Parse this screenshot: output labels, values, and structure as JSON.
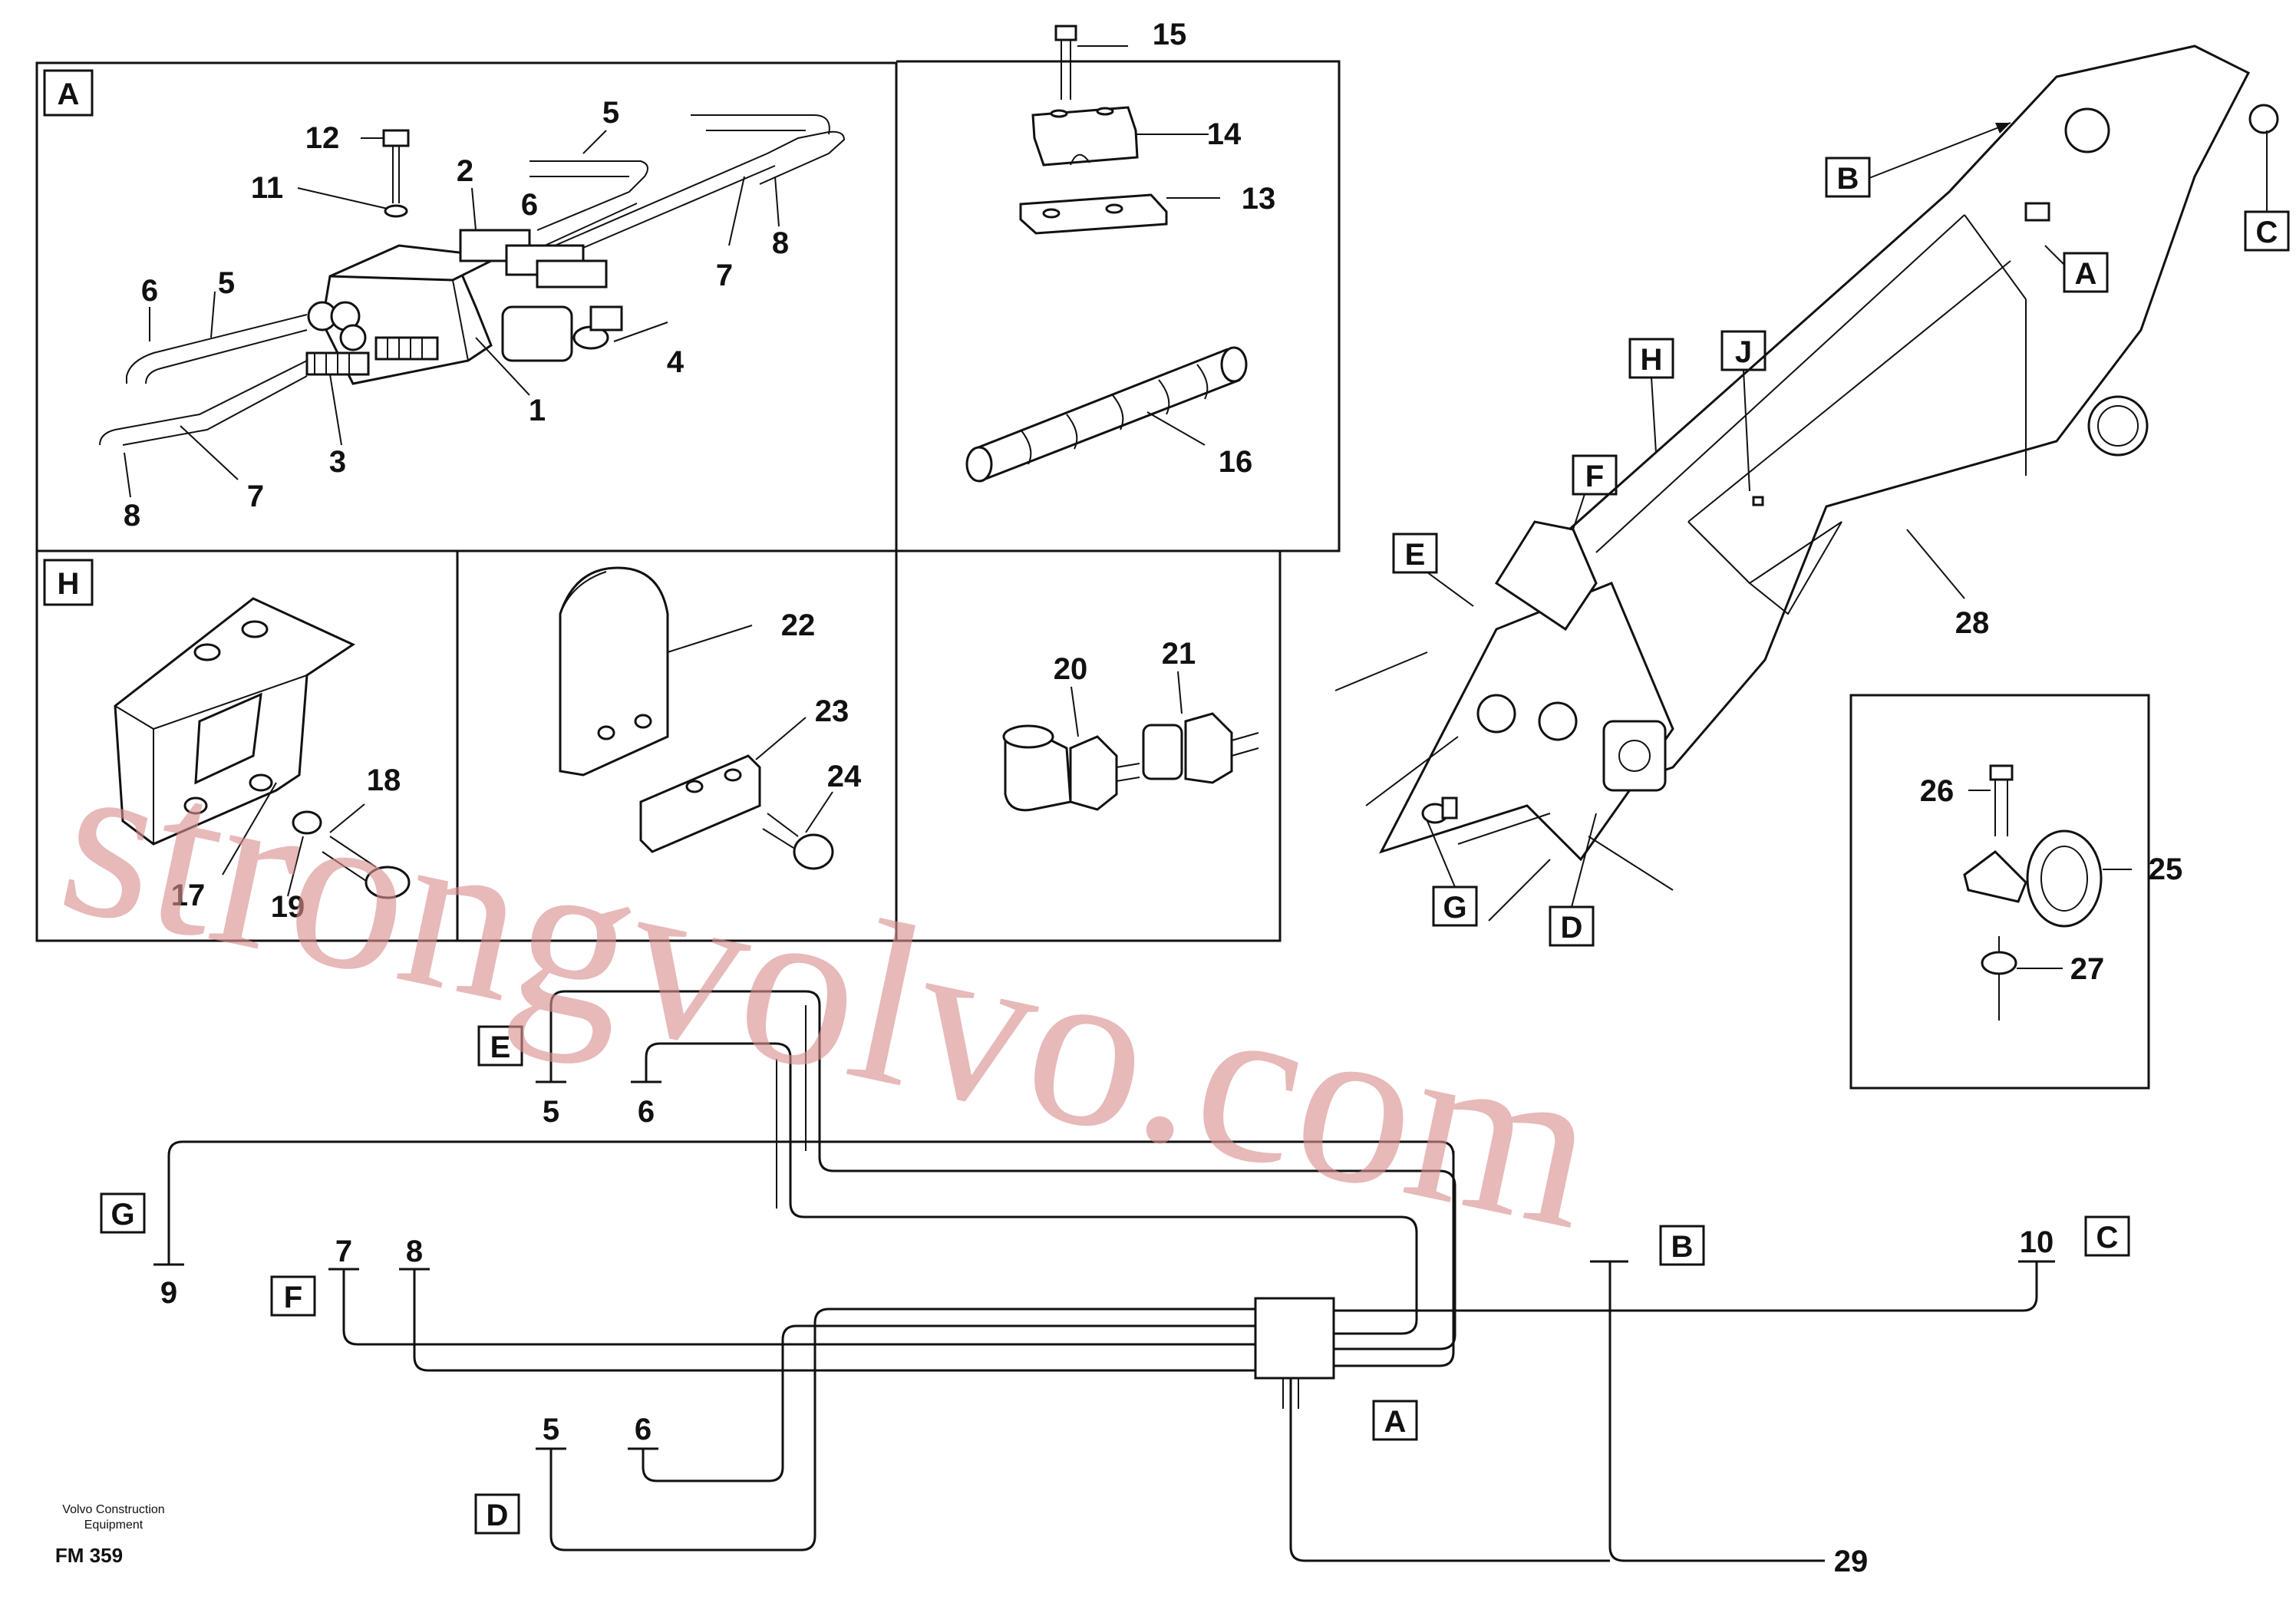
{
  "panels": {
    "a": {
      "letter": "A",
      "callouts": [
        "12",
        "11",
        "2",
        "5",
        "6",
        "6",
        "5",
        "7",
        "8",
        "4",
        "1",
        "3",
        "7",
        "8"
      ]
    },
    "clamp": {
      "callouts": [
        "15",
        "14",
        "13",
        "16"
      ]
    },
    "h": {
      "letter": "H",
      "callouts": [
        "18",
        "17",
        "19"
      ]
    },
    "plate": {
      "callouts": [
        "22",
        "23",
        "24"
      ]
    },
    "fittings": {
      "callouts": [
        "20",
        "21"
      ]
    },
    "boom": {
      "letters": [
        "B",
        "C",
        "A",
        "H",
        "J",
        "F",
        "E",
        "G",
        "D"
      ],
      "callouts": [
        "28"
      ]
    },
    "grommet": {
      "callouts": [
        "26",
        "25",
        "27"
      ]
    }
  },
  "schematic": {
    "letters": [
      "E",
      "G",
      "F",
      "D",
      "A",
      "B",
      "C"
    ],
    "numbers": [
      "5",
      "6",
      "9",
      "7",
      "8",
      "5",
      "6",
      "10",
      "29"
    ]
  },
  "watermark": "strongvolvo.com",
  "footer": {
    "line1": "Volvo Construction",
    "line2": "Equipment",
    "code": "FM 359"
  }
}
